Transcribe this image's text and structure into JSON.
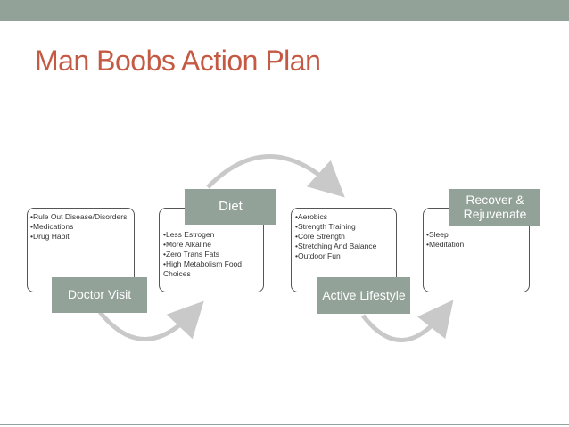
{
  "title": "Man Boobs Action Plan",
  "colors": {
    "accent": "#93a299",
    "title": "#c55a44",
    "border": "#555555",
    "arc": "#c9c9c9"
  },
  "steps": [
    {
      "label": "Doctor Visit",
      "items": [
        "•Rule Out Disease/Disorders",
        "•Medications",
        "•Drug Habit"
      ]
    },
    {
      "label": "Diet",
      "items": [
        "•Less Estrogen",
        "•More Alkaline",
        "•Zero Trans Fats",
        "•High Metabolism Food Choices"
      ]
    },
    {
      "label": "Active Lifestyle",
      "items": [
        "•Aerobics",
        "•Strength Training",
        "•Core Strength",
        "•Stretching And Balance",
        "•Outdoor Fun"
      ]
    },
    {
      "label": "Recover & Rejuvenate",
      "items": [
        "•Sleep",
        "•Meditation"
      ]
    }
  ]
}
